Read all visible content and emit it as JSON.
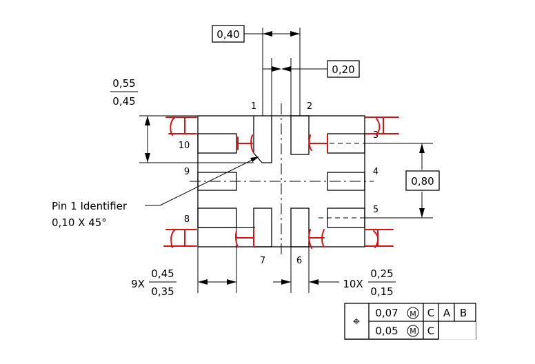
{
  "dimensions": {
    "pitch_value": "0,40",
    "slot_value": "0,20",
    "edge_value_top": "0,55",
    "edge_value_bottom": "0,45",
    "span_value": "0,80",
    "pad_length_count": "9X",
    "pad_length_top": "0,45",
    "pad_length_bottom": "0,35",
    "pad_width_count": "10X",
    "pad_width_top": "0,25",
    "pad_width_bottom": "0,15"
  },
  "pins": [
    "1",
    "2",
    "3",
    "4",
    "5",
    "6",
    "7",
    "8",
    "9",
    "10"
  ],
  "pin_identifier": {
    "line1": "Pin 1 Identifier",
    "line2": "0,10 X 45°"
  },
  "tolerance_frame": {
    "symbol": "⌖",
    "row1": {
      "tolerance": "0,07",
      "modifier": "M",
      "datums": [
        "C",
        "A",
        "B"
      ]
    },
    "row2": {
      "tolerance": "0,05",
      "modifier": "M",
      "datums": [
        "C"
      ]
    }
  },
  "colors": {
    "line": "#000000",
    "markup": "#e01010",
    "background": "#ffffff"
  }
}
